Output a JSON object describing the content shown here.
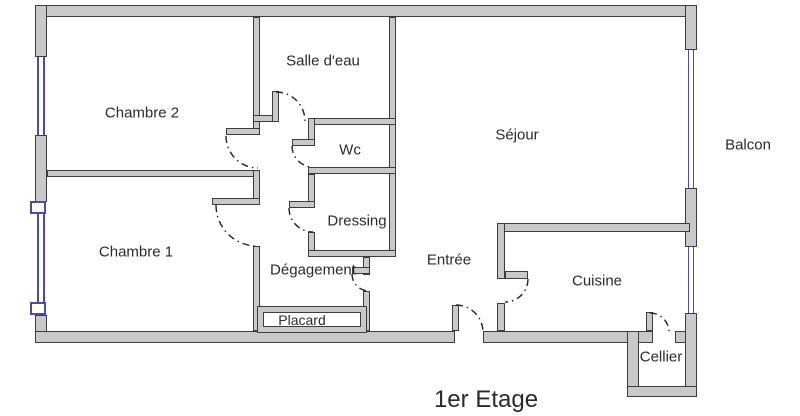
{
  "title": "1er Etage",
  "colors": {
    "wall_fill": "#c9c9c9",
    "wall_outline": "#3d3d3d",
    "window": "#4a4aad",
    "arc": "#222222",
    "text": "#2b2b2b",
    "background": "#ffffff"
  },
  "rooms": [
    {
      "id": "chambre2",
      "label": "Chambre 2"
    },
    {
      "id": "salle-deau",
      "label": "Salle d'eau"
    },
    {
      "id": "wc",
      "label": "Wc"
    },
    {
      "id": "dressing",
      "label": "Dressing"
    },
    {
      "id": "sejour",
      "label": "Séjour"
    },
    {
      "id": "balcon",
      "label": "Balcon"
    },
    {
      "id": "chambre1",
      "label": "Chambre 1"
    },
    {
      "id": "degagement",
      "label": "Dégagement"
    },
    {
      "id": "entree",
      "label": "Entrée"
    },
    {
      "id": "placard",
      "label": "Placard"
    },
    {
      "id": "cuisine",
      "label": "Cuisine"
    },
    {
      "id": "cellier",
      "label": "Cellier"
    }
  ]
}
